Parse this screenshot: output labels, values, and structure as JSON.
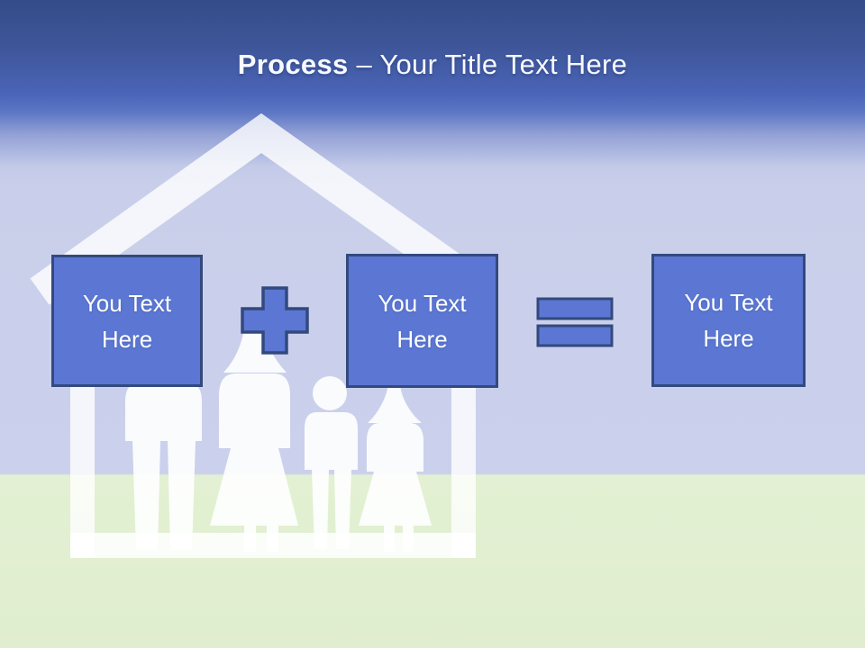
{
  "title": {
    "bold": "Process",
    "separator": " – ",
    "rest": "Your Title Text Here"
  },
  "boxes": [
    {
      "line1": "You Text",
      "line2": "Here"
    },
    {
      "line1": "You Text",
      "line2": "Here"
    },
    {
      "line1": "You Text",
      "line2": "Here"
    }
  ],
  "operators": [
    {
      "name": "plus"
    },
    {
      "name": "equals"
    }
  ],
  "illustration": {
    "description": "White silhouette of a family (father, mother, son, daughter) standing inside a house outline on green grass"
  },
  "colors": {
    "box_fill": "#5b77d3",
    "box_border": "#33497e",
    "title_text": "#f8faff",
    "sky_top": "#354c89",
    "sky_blue": "#4a65b8",
    "sky_lavender": "#cbd1ec",
    "grass_green": "#e3f0d3",
    "silhouette": "#ffffff"
  }
}
